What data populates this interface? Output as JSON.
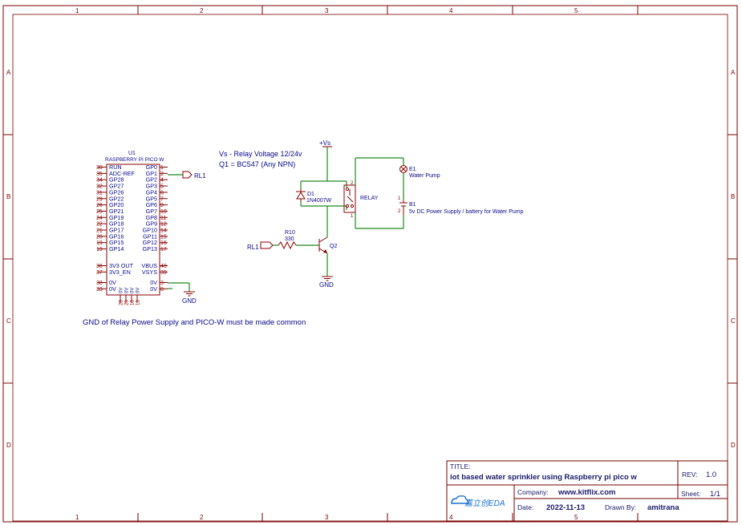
{
  "grid": {
    "cols": [
      "1",
      "2",
      "3",
      "4",
      "5"
    ],
    "rows": [
      "A",
      "B",
      "C",
      "D"
    ]
  },
  "mcu": {
    "ref": "U1",
    "name": "RASPBERRY PI PICO W",
    "left_pins": [
      {
        "num": "30",
        "name": "RUN"
      },
      {
        "num": "35",
        "name": "ADC-REF"
      },
      {
        "num": "34",
        "name": "GP28"
      },
      {
        "num": "32",
        "name": "GP27"
      },
      {
        "num": "31",
        "name": "GP26"
      },
      {
        "num": "29",
        "name": "GP22"
      },
      {
        "num": "26",
        "name": "GP20"
      },
      {
        "num": "25",
        "name": "GP21"
      },
      {
        "num": "24",
        "name": "GP19"
      },
      {
        "num": "22",
        "name": "GP18"
      },
      {
        "num": "21",
        "name": "GP17"
      },
      {
        "num": "20",
        "name": "GP16"
      },
      {
        "num": "19",
        "name": "GP15"
      },
      {
        "num": "19",
        "name": "GP14"
      }
    ],
    "right_pins": [
      {
        "num": "1",
        "name": "GP0"
      },
      {
        "num": "2",
        "name": "GP1"
      },
      {
        "num": "4",
        "name": "GP2"
      },
      {
        "num": "5",
        "name": "GP3"
      },
      {
        "num": "6",
        "name": "GP4"
      },
      {
        "num": "7",
        "name": "GP5"
      },
      {
        "num": "9",
        "name": "GP6"
      },
      {
        "num": "10",
        "name": "GP7"
      },
      {
        "num": "11",
        "name": "GP8"
      },
      {
        "num": "12",
        "name": "GP9"
      },
      {
        "num": "14",
        "name": "GP10"
      },
      {
        "num": "15",
        "name": "GP11"
      },
      {
        "num": "16",
        "name": "GP12"
      },
      {
        "num": "17",
        "name": "GP13"
      }
    ],
    "power_left": [
      {
        "num": "36",
        "name": "3V3 OUT"
      },
      {
        "num": "37",
        "name": "3V3_EN"
      }
    ],
    "power_right": [
      {
        "num": "40",
        "name": "VBUS"
      },
      {
        "num": "39",
        "name": "VSYS"
      }
    ],
    "gnd_left": [
      {
        "num": "38",
        "name": "0V"
      },
      {
        "num": "33",
        "name": "0V"
      }
    ],
    "gnd_right": [
      {
        "num": "3",
        "name": "0V"
      },
      {
        "num": "8",
        "name": "0V"
      }
    ],
    "bottom_pins": [
      "28",
      "23",
      "18",
      "13"
    ],
    "bottom_names": "0V 0V 0V 0V"
  },
  "notes": {
    "relay_voltage": "Vs - Relay Voltage 12/24v",
    "transistor": "Q1 = BC547 (Any NPN)",
    "gnd_common": "GND of Relay Power Supply and PICO-W must be made common"
  },
  "nets": {
    "rl1_out": "RL1",
    "rl1_in": "RL1",
    "vs": "+Vs",
    "gnd_mcu": "GND",
    "gnd_q": "GND"
  },
  "components": {
    "diode": {
      "ref": "D1",
      "value": "1N4007W"
    },
    "relay": {
      "label": "RELAY",
      "pin_top": "2",
      "pin_bottom": "1"
    },
    "resistor": {
      "ref": "R10",
      "value": "330"
    },
    "transistor": {
      "ref": "Q2"
    },
    "lamp": {
      "ref": "E1",
      "value": "Water Pump"
    },
    "battery": {
      "ref": "B1",
      "value": "5v DC Power Supply / battery for Water Pump",
      "pin_top": "1",
      "pin_bottom": "2"
    }
  },
  "title_block": {
    "title_label": "TITLE:",
    "title": "iot based water sprinkler using Raspberry pi pico w",
    "rev_label": "REV:",
    "rev": "1.0",
    "company_label": "Company:",
    "company": "www.kitflix.com",
    "sheet_label": "Sheet:",
    "sheet": "1/1",
    "date_label": "Date:",
    "date": "2022-11-13",
    "drawn_label": "Drawn By:",
    "drawn": "amitrana",
    "logo_text": "嘉立创EDA"
  },
  "colors": {
    "frame": "#7a0000",
    "wire": "#1f8a1f",
    "symbol": "#8b0000",
    "label": "#0a0a8a",
    "logo": "#1a6fd0"
  }
}
